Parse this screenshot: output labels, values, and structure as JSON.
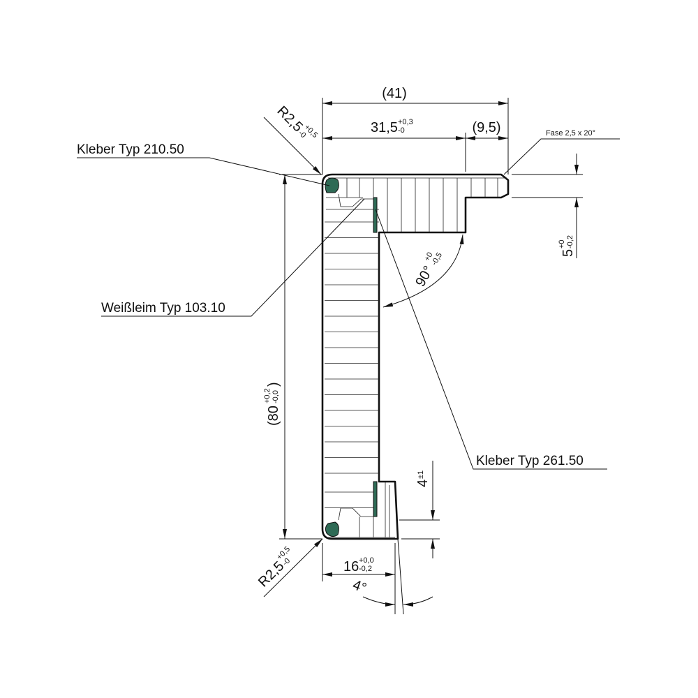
{
  "drawing": {
    "labels": {
      "kleber_210": "Kleber Typ 210.50",
      "weissleim": "Weißleim Typ 103.10",
      "kleber_261": "Kleber Typ 261.50",
      "fase": "Fase 2,5 x 20°"
    },
    "dimensions": {
      "overall_width": "(41)",
      "flange_width": "31,5",
      "flange_width_tol_upper": "+0,3",
      "flange_width_tol_lower": "-0",
      "tongue_width": "(9,5)",
      "radius_top": "R2,5",
      "radius_top_tol_upper": "+0,5",
      "radius_top_tol_lower": "-0",
      "radius_bottom": "R2,5",
      "radius_bottom_tol_upper": "+0,5",
      "radius_bottom_tol_lower": "-0",
      "height": "(80",
      "height_close": ")",
      "height_tol_upper": "+0,2",
      "height_tol_lower": "-0,0",
      "tongue_thickness": "5",
      "tongue_thickness_tol_upper": "+0",
      "tongue_thickness_tol_lower": "-0,2",
      "angle": "90°",
      "angle_tol_upper": "+0",
      "angle_tol_lower": "-0,5",
      "step": "4",
      "step_tol": "±1",
      "base_width": "16",
      "base_width_tol_upper": "+0,0",
      "base_width_tol_lower": "-0,2",
      "draft_angle": "4°"
    },
    "colors": {
      "glue": "#2e6a55",
      "line": "#111111"
    }
  }
}
